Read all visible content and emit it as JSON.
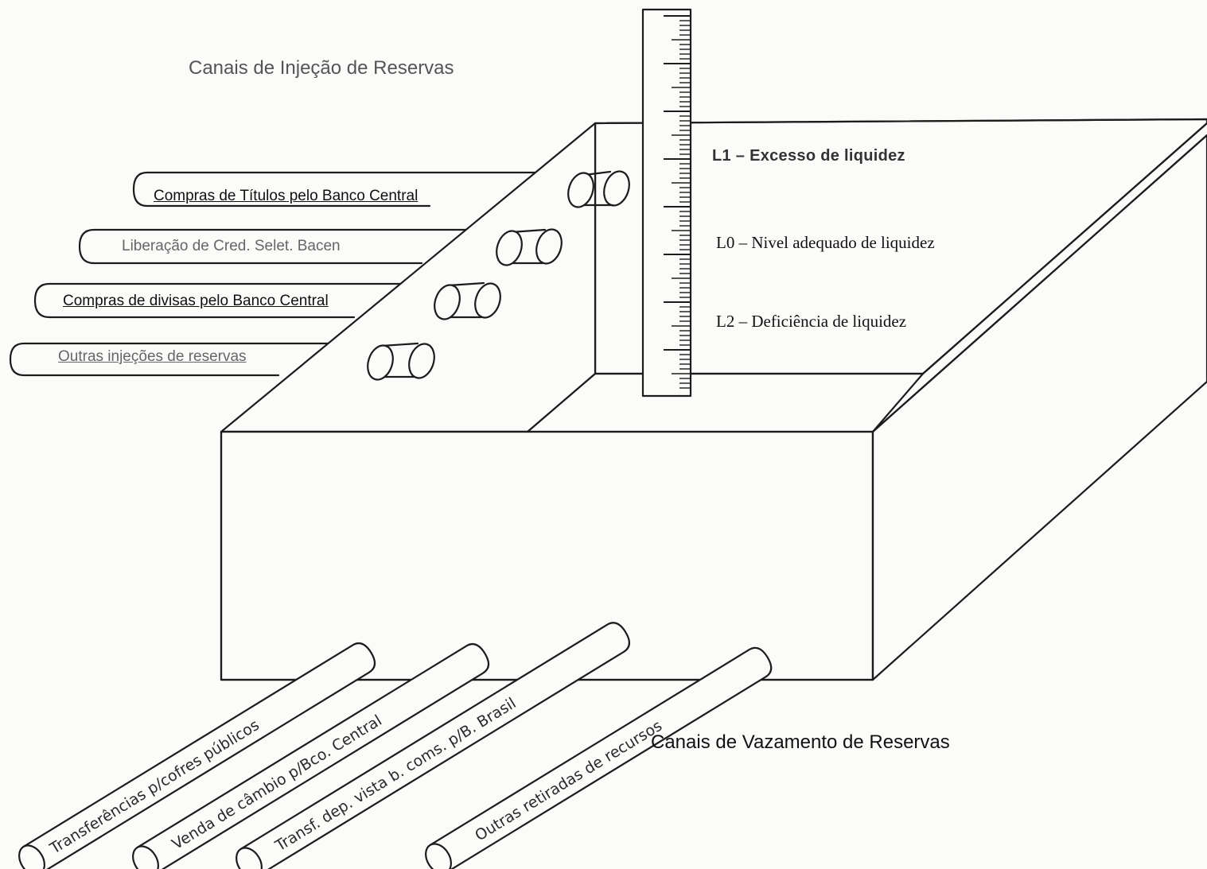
{
  "injection": {
    "title": "Canais de Injeção de Reservas",
    "channels": [
      {
        "label": "Compras de Títulos pelo Banco Central"
      },
      {
        "label": "Liberação de Cred. Selet. Bacen"
      },
      {
        "label": "Compras de divisas pelo Banco Central"
      },
      {
        "label": "Outras injeções de reservas"
      }
    ]
  },
  "levels": {
    "l1": "L1 – Excesso de liquidez",
    "l0": "L0 – Nivel adequado de liquidez",
    "l2": "L2 – Deficiência de liquidez"
  },
  "leakage": {
    "title": "Canais de Vazamento de Reservas",
    "channels": [
      {
        "label": "Transferências p/cofres públicos"
      },
      {
        "label": "Venda de câmbio p/Bco. Central"
      },
      {
        "label": "Transf. dep. vista b. coms. p/B. Brasil"
      },
      {
        "label": "Outras retiradas de recursos"
      }
    ]
  },
  "colors": {
    "ink": "#1c1c1c",
    "paper": "#fbfbf9"
  }
}
